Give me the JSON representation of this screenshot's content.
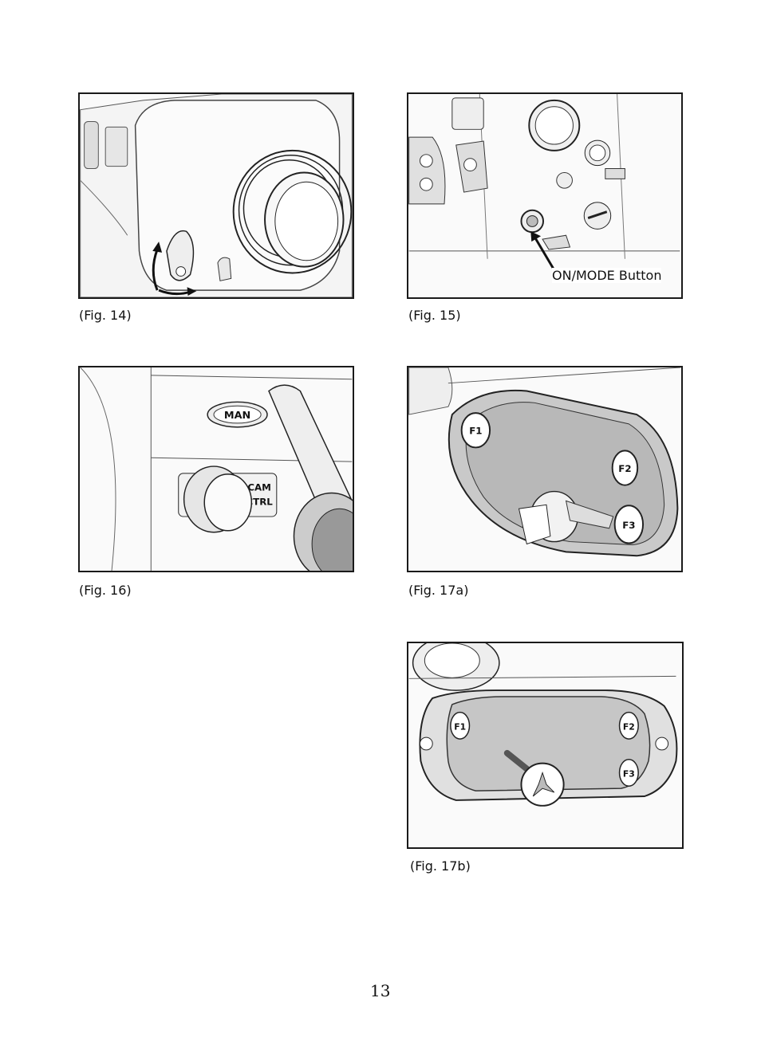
{
  "figures": {
    "fig14": {
      "caption": "(Fig. 14)"
    },
    "fig15": {
      "caption": "(Fig. 15)",
      "callout": "ON/MODE Button"
    },
    "fig16": {
      "caption": "(Fig. 16)",
      "knob_labels": {
        "man": "MAN",
        "cam": "CAM",
        "ctrl": "CTRL"
      }
    },
    "fig17a": {
      "caption": "(Fig. 17a)",
      "buttons": [
        "F1",
        "F2",
        "F3"
      ]
    },
    "fig17b": {
      "caption": "(Fig. 17b)",
      "buttons": [
        "F1",
        "F2",
        "F3"
      ]
    }
  },
  "page_number": "13"
}
